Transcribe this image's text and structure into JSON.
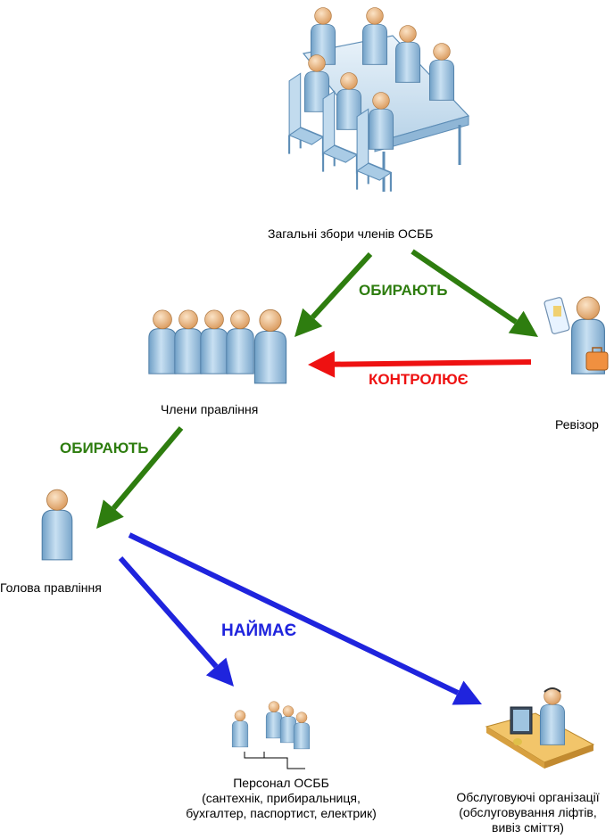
{
  "nodes": {
    "general_meeting": {
      "label": "Загальні збори членів ОСББ",
      "icon": "meeting-table-icon"
    },
    "board_members": {
      "label": "Члени правління",
      "icon": "group-people-icon"
    },
    "auditor": {
      "label": "Ревізор",
      "icon": "person-with-briefcase-icon"
    },
    "board_head": {
      "label": "Голова правління",
      "icon": "person-icon"
    },
    "staff": {
      "label_line1": "Персонал ОСББ",
      "label_line2": "(сантехнік, прибиральниця,",
      "label_line3": "бухгалтер, паспортист, електрик)",
      "icon": "staff-hierarchy-icon"
    },
    "service_orgs": {
      "label_line1": "Обслуговуючі організації",
      "label_line2": "(обслуговування ліфтів,",
      "label_line3": "вивіз сміття)",
      "icon": "operator-desk-icon"
    }
  },
  "edges": {
    "elect_top": {
      "label": "ОБИРАЮТЬ",
      "color": "#2e7d0f"
    },
    "controls": {
      "label": "КОНТРОЛЮЄ",
      "color": "#ee1111"
    },
    "elect_left": {
      "label": "ОБИРАЮТЬ",
      "color": "#2e7d0f"
    },
    "hires": {
      "label": "НАЙМАЄ",
      "color": "#1f24dd"
    }
  },
  "colors": {
    "person_body": "#9ec6e3",
    "person_head": "#eec394",
    "table_top": "#d2e4f1"
  }
}
